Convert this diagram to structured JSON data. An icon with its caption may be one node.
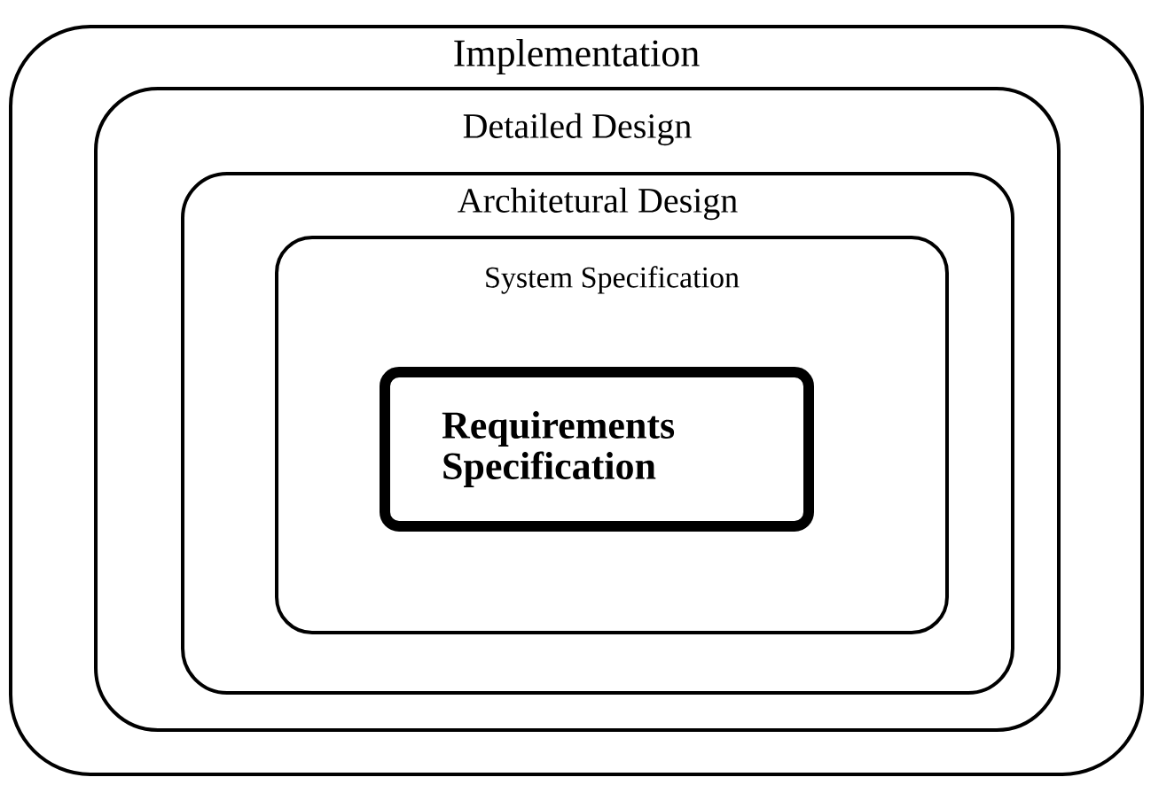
{
  "diagram": {
    "nodes": [
      {
        "text": [
          "Implementation"
        ]
      },
      {
        "text": [
          "Detailed Design"
        ],
        "in": 0
      },
      {
        "text": [
          "Architetural Design"
        ],
        "in": 1
      },
      {
        "text": [
          "System Specification"
        ],
        "in": 2
      },
      {
        "text": [
          "Requirements Specification"
        ],
        "in": 3
      }
    ]
  }
}
